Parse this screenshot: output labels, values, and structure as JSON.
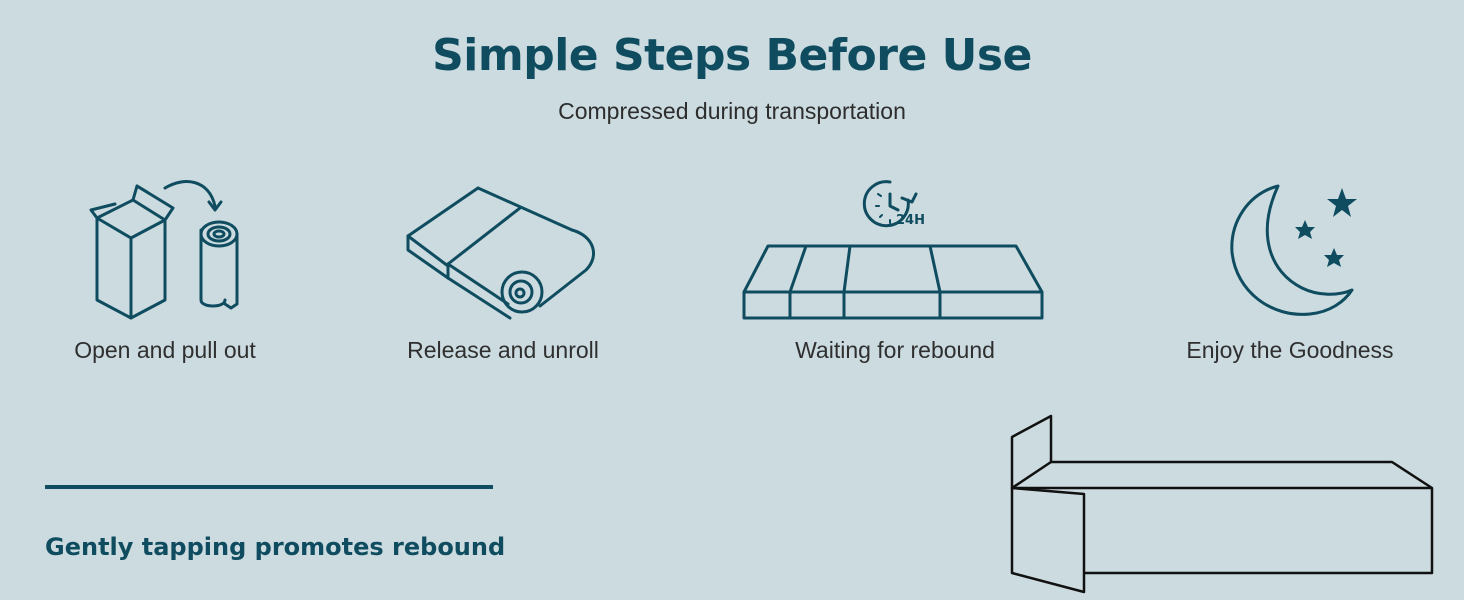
{
  "header": {
    "title": "Simple Steps Before Use",
    "subtitle": "Compressed during transportation"
  },
  "steps": [
    {
      "label": "Open and pull out",
      "icon": "box-and-roll-icon"
    },
    {
      "label": "Release and unroll",
      "icon": "unroll-mattress-icon"
    },
    {
      "label": "Waiting for rebound",
      "icon": "mattress-24h-clock-icon",
      "clock_text": "24H"
    },
    {
      "label": "Enjoy the Goodness",
      "icon": "moon-and-stars-icon"
    }
  ],
  "tip": {
    "heading": "Gently tapping promotes rebound"
  },
  "colors": {
    "background": "#cbdbe0",
    "accent": "#0f4c5f",
    "text": "#2f2f2f"
  }
}
